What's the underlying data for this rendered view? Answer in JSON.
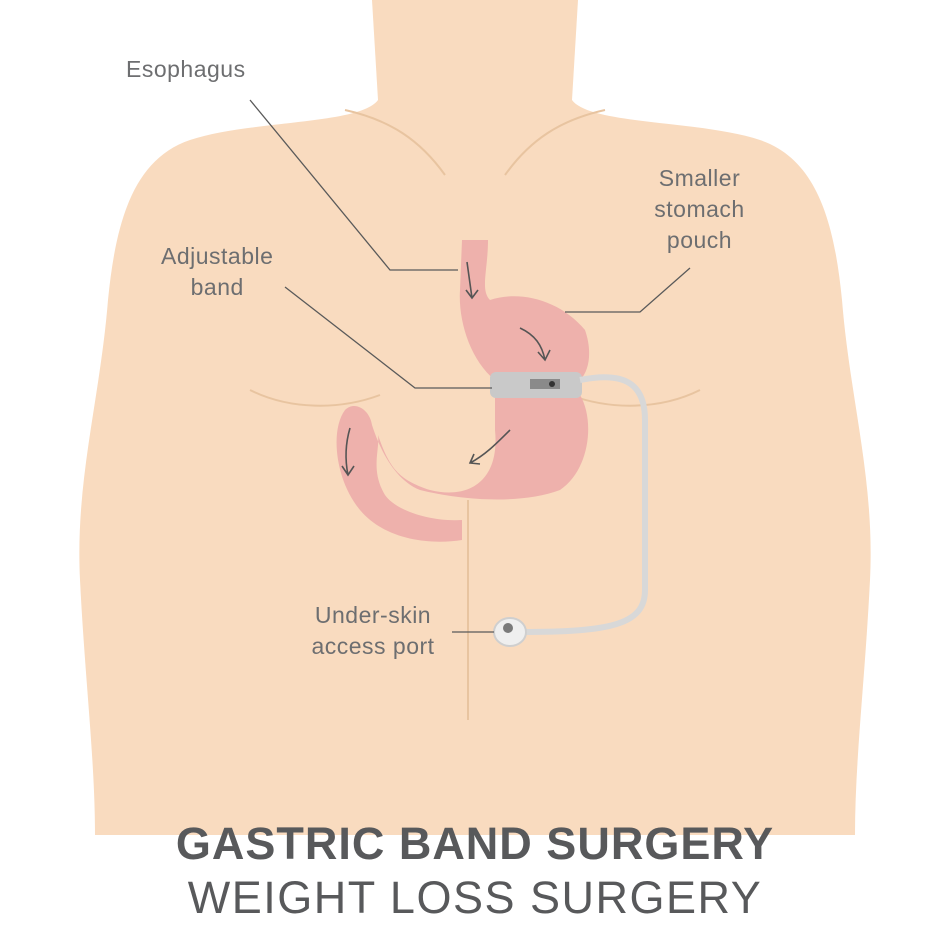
{
  "labels": {
    "esophagus": "Esophagus",
    "adjustable_band": [
      "Adjustable",
      "band"
    ],
    "smaller_pouch": [
      "Smaller",
      "stomach",
      "pouch"
    ],
    "access_port": [
      "Under-skin",
      "access port"
    ]
  },
  "title": {
    "main": "GASTRIC BAND SURGERY",
    "sub": "WEIGHT LOSS SURGERY"
  },
  "colors": {
    "skin": "#f9dbbf",
    "skin_line": "#e8c4a0",
    "stomach": "#eeb1ac",
    "band": "#c9c9c9",
    "text": "#58595b"
  }
}
